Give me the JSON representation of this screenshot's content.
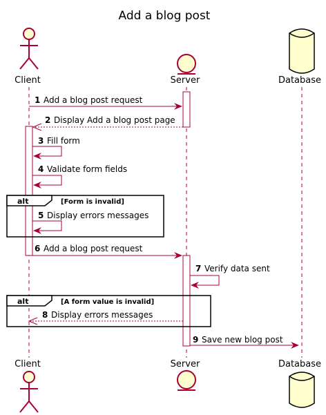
{
  "title": "Add a blog post",
  "participants": [
    {
      "name": "Client",
      "kind": "actor"
    },
    {
      "name": "Server",
      "kind": "entity"
    },
    {
      "name": "Database",
      "kind": "database"
    }
  ],
  "messages": [
    {
      "num": "1",
      "text": "Add a blog post request",
      "from": "Client",
      "to": "Server",
      "style": "solid"
    },
    {
      "num": "2",
      "text": "Display Add a blog post page",
      "from": "Server",
      "to": "Client",
      "style": "dashed"
    },
    {
      "num": "3",
      "text": "Fill form",
      "from": "Client",
      "to": "Client",
      "style": "solid"
    },
    {
      "num": "4",
      "text": "Validate form fields",
      "from": "Client",
      "to": "Client",
      "style": "solid"
    },
    {
      "num": "5",
      "text": "Display errors messages",
      "from": "Client",
      "to": "Client",
      "style": "solid"
    },
    {
      "num": "6",
      "text": "Add a blog post request",
      "from": "Client",
      "to": "Server",
      "style": "solid"
    },
    {
      "num": "7",
      "text": "Verify data sent",
      "from": "Server",
      "to": "Server",
      "style": "solid"
    },
    {
      "num": "8",
      "text": "Display errors messages",
      "from": "Server",
      "to": "Client",
      "style": "dashed"
    },
    {
      "num": "9",
      "text": "Save new blog post",
      "from": "Server",
      "to": "Database",
      "style": "solid"
    }
  ],
  "fragments": [
    {
      "keyword": "alt",
      "guard": "[Form is invalid]"
    },
    {
      "keyword": "alt",
      "guard": "[A form value is invalid]"
    }
  ],
  "colors": {
    "accent": "#A80036",
    "participant_fill": "#FEFECE"
  }
}
